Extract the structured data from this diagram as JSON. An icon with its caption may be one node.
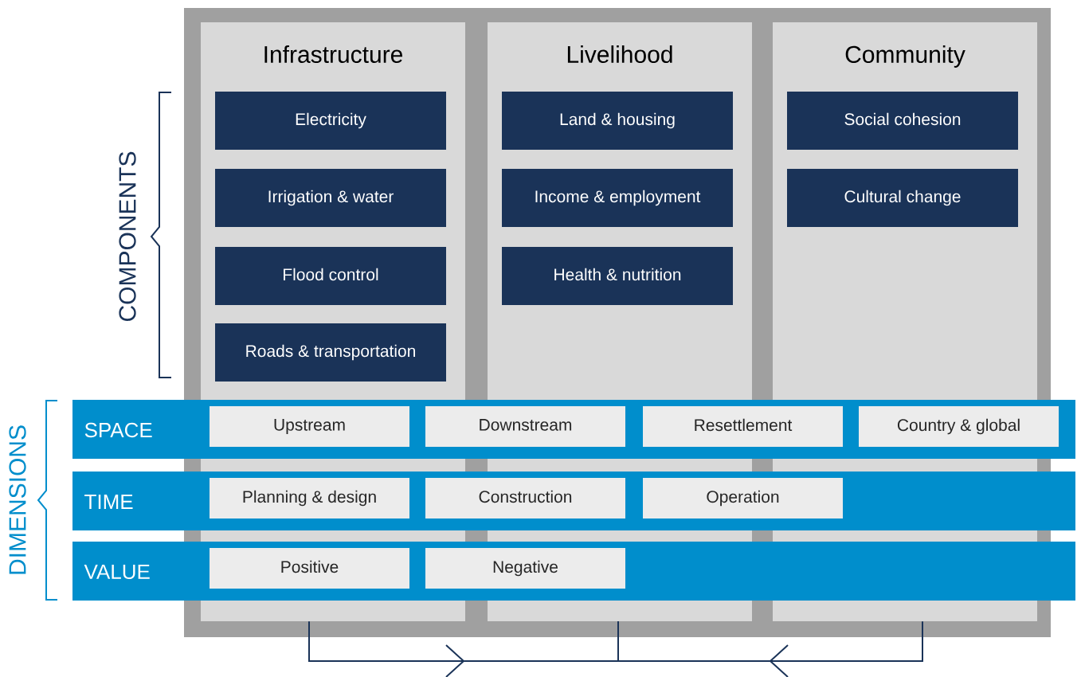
{
  "diagram": {
    "nodes": [
      {
        "text": [
          "Infrastructure"
        ]
      },
      {
        "text": [
          "Electricity"
        ],
        "in": 0
      },
      {
        "text": [
          "Irrigation & water"
        ],
        "in": 0
      },
      {
        "text": [
          "Flood control"
        ],
        "in": 0
      },
      {
        "text": [
          "Roads & transportation"
        ],
        "in": 0
      },
      {
        "text": [
          "Livelihood"
        ]
      },
      {
        "text": [
          "Land & housing"
        ],
        "in": 5
      },
      {
        "text": [
          "Income & employment"
        ],
        "in": 5
      },
      {
        "text": [
          "Health & nutrition"
        ],
        "in": 5
      },
      {
        "text": [
          "Community"
        ]
      },
      {
        "text": [
          "Social cohesion"
        ],
        "in": 9
      },
      {
        "text": [
          "Cultural change"
        ],
        "in": 9
      },
      {
        "text": [
          "SPACE"
        ]
      },
      {
        "text": [
          "Upstream"
        ]
      },
      {
        "text": [
          "Downstream"
        ],
        "in": 12
      },
      {
        "text": [
          "Resettlement"
        ],
        "in": 12
      },
      {
        "text": [
          "Country & global"
        ],
        "in": 12
      },
      {
        "text": [
          "TIME"
        ]
      },
      {
        "text": [
          "Planning & design"
        ]
      },
      {
        "text": [
          "Construction"
        ],
        "in": 17
      },
      {
        "text": [
          "Operation"
        ],
        "in": 17
      },
      {
        "text": [
          "VALUE"
        ]
      },
      {
        "text": [
          "Positive"
        ]
      },
      {
        "text": [
          "Negative"
        ],
        "in": 21
      }
    ],
    "edges": [
      {
        "from": 0,
        "to": 5,
        "arrow": "to"
      },
      {
        "from": 9,
        "to": 5,
        "arrow": "to"
      }
    ],
    "labels": [
      "COMPONENTS",
      "DIMENSIONS"
    ]
  }
}
